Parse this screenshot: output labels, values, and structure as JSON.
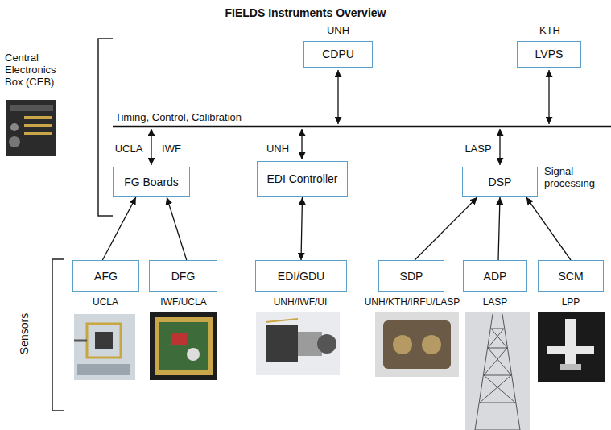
{
  "diagram": {
    "title": "FIELDS Instruments Overview",
    "nodes": [
      {
        "text": [
          "CDPU"
        ]
      },
      {
        "text": [
          "LVPS"
        ]
      },
      {
        "text": [
          "FG Boards"
        ]
      },
      {
        "text": [
          "EDI Controller"
        ]
      },
      {
        "text": [
          "DSP"
        ]
      },
      {
        "text": [
          "AFG"
        ]
      },
      {
        "text": [
          "DFG"
        ]
      },
      {
        "text": [
          "EDI/GDU"
        ]
      },
      {
        "text": [
          "SDP"
        ]
      },
      {
        "text": [
          "ADP"
        ]
      },
      {
        "text": [
          "SCM"
        ]
      }
    ],
    "edges": [
      {
        "from": 5,
        "to": 2,
        "arrow": "to"
      },
      {
        "from": 6,
        "to": 2,
        "arrow": "to"
      },
      {
        "from": 7,
        "to": 3,
        "arrow": "both"
      },
      {
        "from": 8,
        "to": 4,
        "arrow": "to"
      },
      {
        "from": 9,
        "to": 4,
        "arrow": "to"
      },
      {
        "from": 10,
        "to": 4,
        "arrow": "to"
      }
    ],
    "labels": [
      "Central Electronics Box (CEB)",
      "UNH",
      "KTH",
      "Timing, Control, Calibration",
      "UCLA",
      "IWF",
      "UNH",
      "LASP",
      "Signal processing",
      "Sensors",
      "UCLA",
      "IWF/UCLA",
      "UNH/IWF/UI",
      "UNH/KTH/IRFU/LASP",
      "LASP",
      "LPP"
    ]
  }
}
